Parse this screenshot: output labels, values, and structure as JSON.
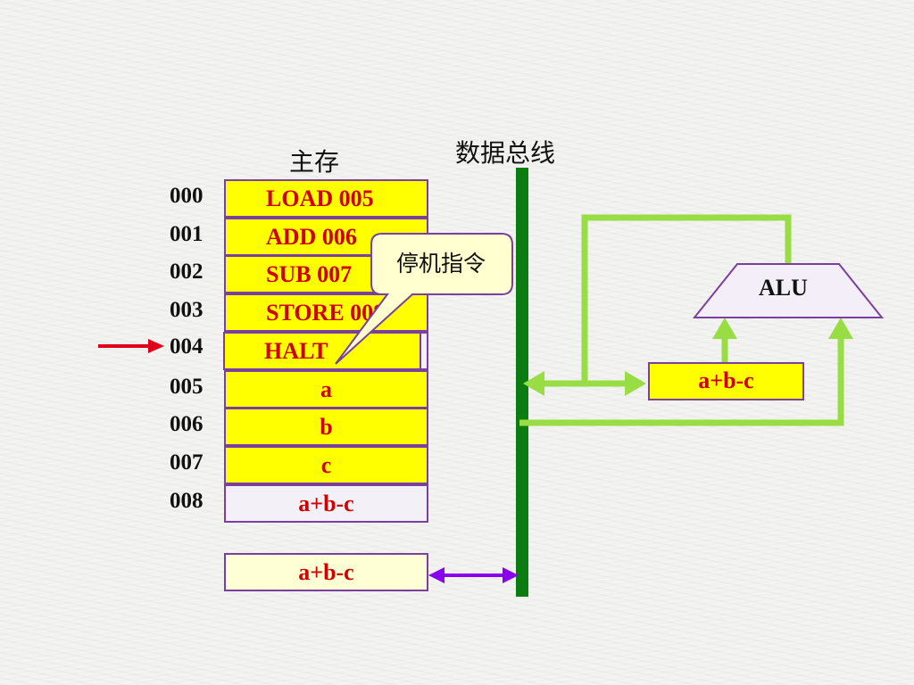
{
  "main_memory_title": "主存",
  "bus_title": "数据总线",
  "memory": [
    {
      "addr": "000",
      "content": "LOAD 005"
    },
    {
      "addr": "001",
      "content": "ADD 006"
    },
    {
      "addr": "002",
      "content": "SUB 007"
    },
    {
      "addr": "003",
      "content": "STORE 008"
    },
    {
      "addr": "004",
      "content": "HALT"
    },
    {
      "addr": "005",
      "content": "a"
    },
    {
      "addr": "006",
      "content": "b"
    },
    {
      "addr": "007",
      "content": "c"
    },
    {
      "addr": "008",
      "content": "a+b-c"
    }
  ],
  "callout": "停机指令",
  "alu_label": "ALU",
  "alu_register": "a+b-c",
  "data_register": "a+b-c",
  "colors": {
    "cell_fill": "#ffff00",
    "cell_border": "#7a3fa0",
    "text_red": "#d00000",
    "bus_green": "#0b7d10",
    "path_green": "#99dd44",
    "pointer_red": "#e0001a",
    "purple_arrow": "#8800ee"
  }
}
